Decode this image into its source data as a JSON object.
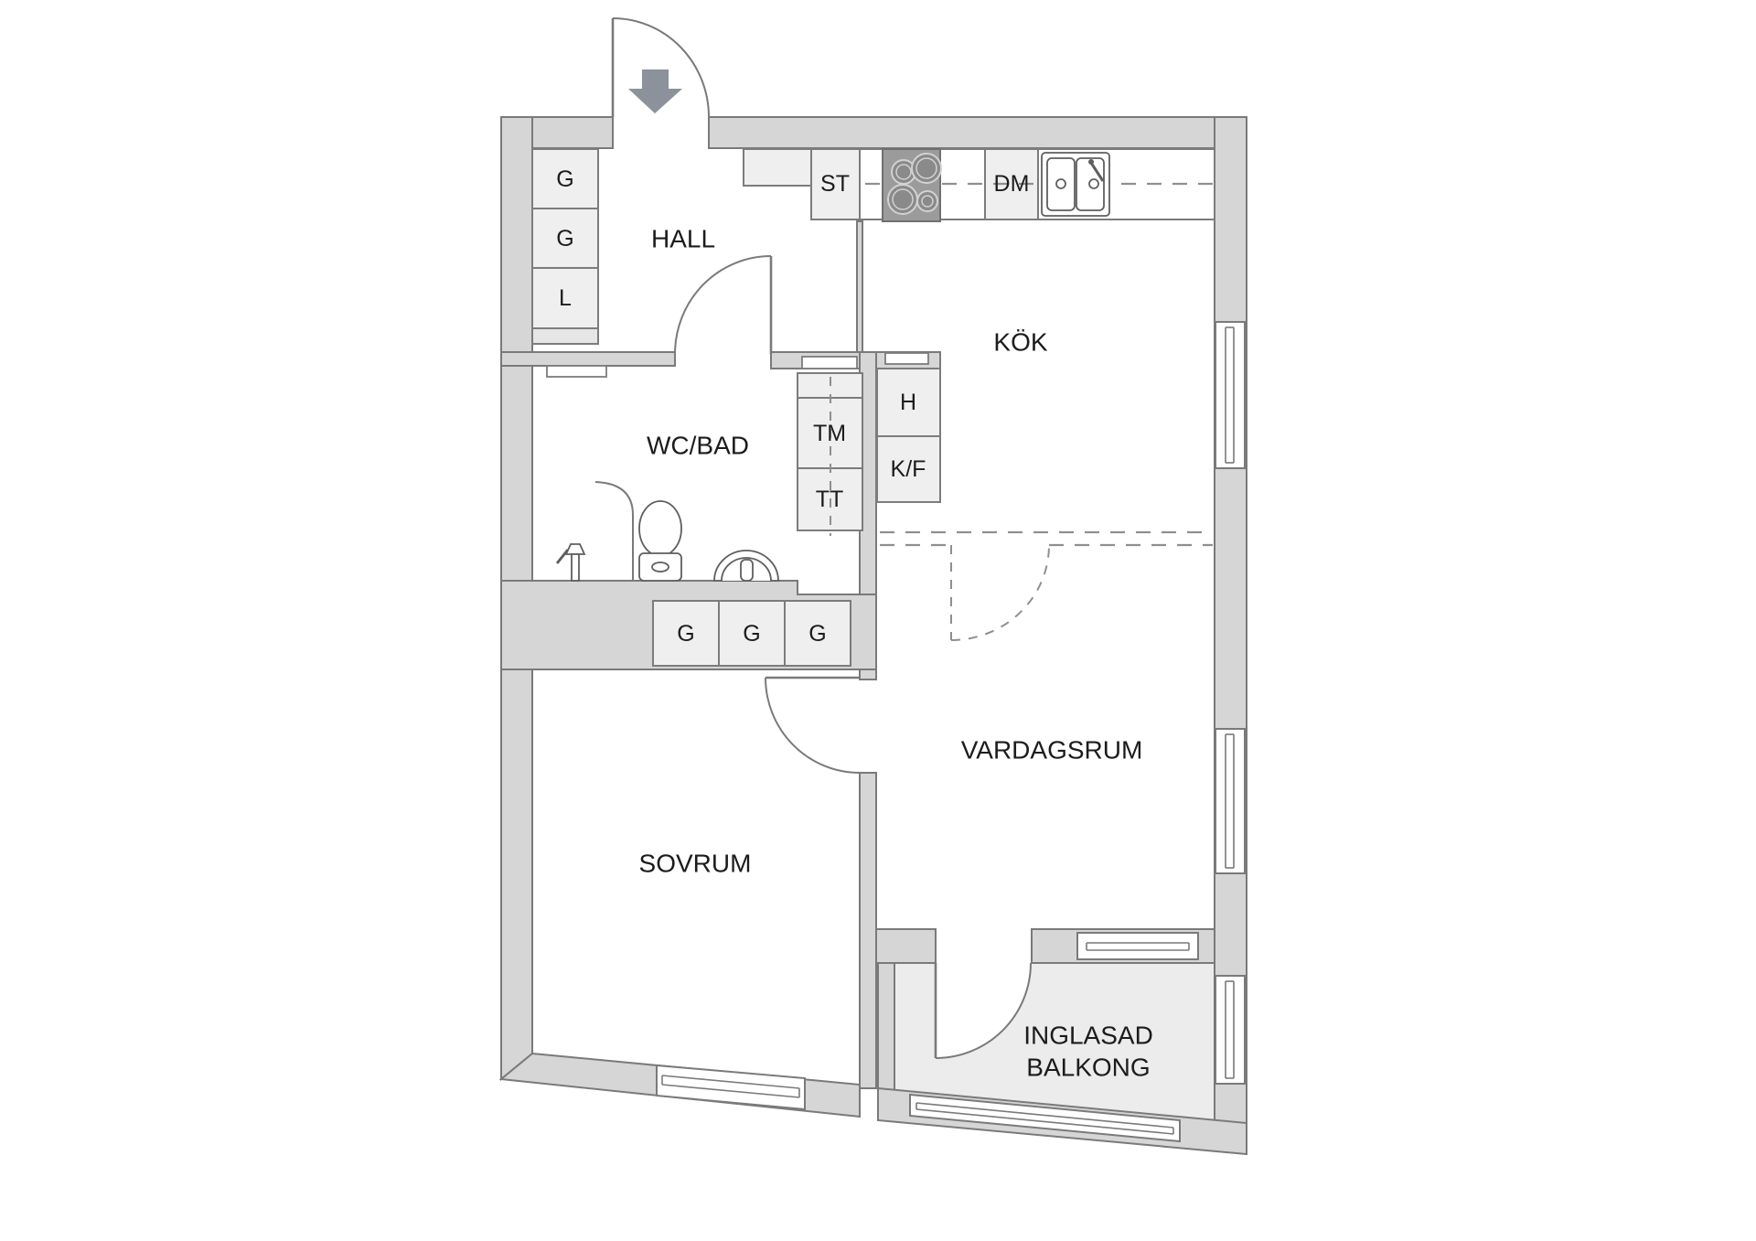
{
  "plan": {
    "type": "apartment-floor-plan",
    "rooms": {
      "hall": {
        "label": "HALL"
      },
      "kitchen": {
        "label": "KÖK"
      },
      "bathroom": {
        "label": "WC/BAD"
      },
      "bedroom": {
        "label": "SOVRUM"
      },
      "living_room": {
        "label": "VARDAGSRUM"
      },
      "balcony": {
        "label_line1": "INGLASAD",
        "label_line2": "BALKONG"
      }
    },
    "storage": {
      "hall_closet_1": "G",
      "hall_closet_2": "G",
      "hall_linen_closet": "L",
      "bedroom_closet_1": "G",
      "bedroom_closet_2": "G",
      "bedroom_closet_3": "G"
    },
    "appliances": {
      "cleaning_cabinet": "ST",
      "dishwasher": "DM",
      "washing_machine": "TM",
      "tumble_dryer": "TT",
      "shelf_cabinet": "H",
      "fridge_freezer": "K/F"
    },
    "icons": {
      "entrance_arrow": "down-arrow"
    },
    "colors": {
      "wall_fill": "#d6d6d6",
      "wall_stroke": "#7a7a7a",
      "cabinet_fill": "#efefef",
      "balcony_floor": "#ececec",
      "hob_fill": "#9b9b9b",
      "entrance_arrow": "#8b929c",
      "dashed_line": "#8f8f8f",
      "text": "#1c1c1c"
    }
  }
}
